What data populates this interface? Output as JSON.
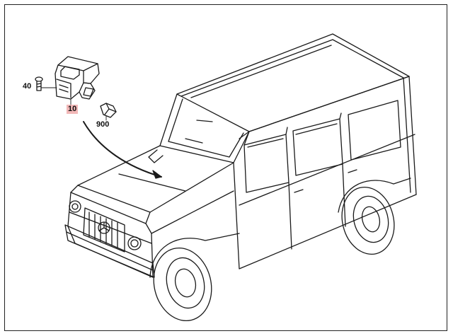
{
  "callouts": {
    "screw": "40",
    "sensor": "10",
    "connector": "900"
  },
  "colors": {
    "line": "#1a1a1a",
    "highlight": "#f2b8b8",
    "background": "#ffffff"
  }
}
